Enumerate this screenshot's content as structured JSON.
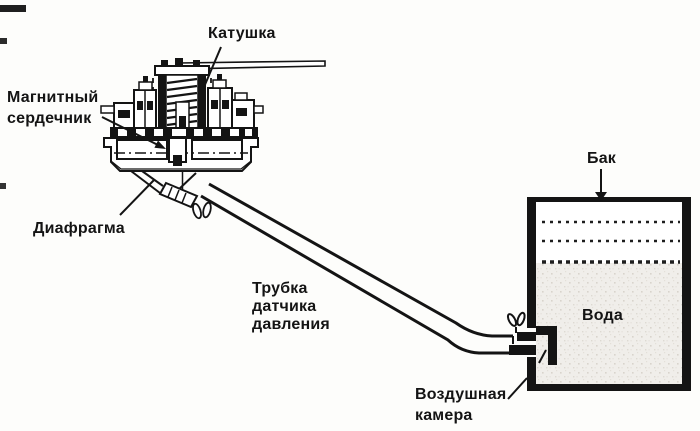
{
  "diagram": {
    "kind": "washing-machine pressure sensor schematic",
    "colors": {
      "ink": "#141414",
      "water_fill": "#f0eeea",
      "background": "#fdfdfb"
    },
    "labels": {
      "coil": "Катушка",
      "magnetic_core_line1": "Магнитный",
      "magnetic_core_line2": "сердечник",
      "diaphragm": "Диафрагма",
      "tube_line1": "Трубка",
      "tube_line2": "датчика",
      "tube_line3": "давления",
      "tank": "Бак",
      "water": "Вода",
      "air_chamber_line1": "Воздушная",
      "air_chamber_line2": "камера"
    }
  }
}
